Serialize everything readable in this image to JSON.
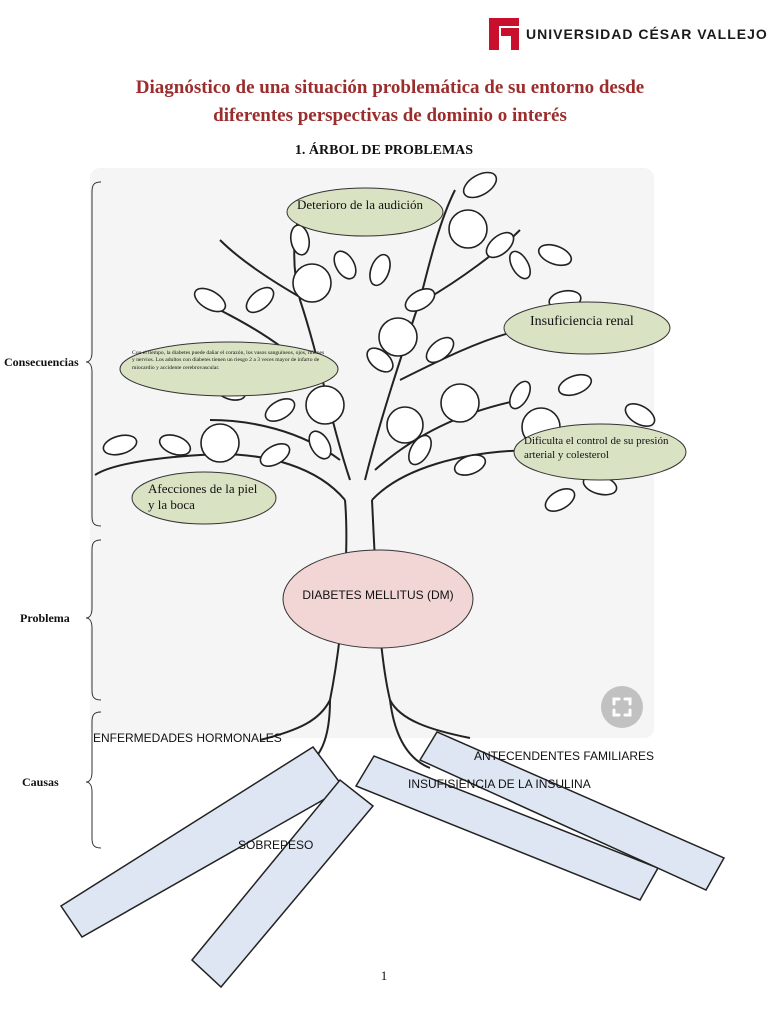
{
  "header": {
    "logo_text": "UNIVERSIDAD CÉSAR VALLEJO",
    "brand_color": "#c8102e"
  },
  "title": {
    "line1": "Diagnóstico de una situación problemática de su entorno desde",
    "line2": "diferentes perspectivas de dominio o interés"
  },
  "section_heading": "1.   ÁRBOL DE PROBLEMAS",
  "side_labels": {
    "consequences": "Consecuencias",
    "problem": "Problema",
    "causes": "Causas"
  },
  "consequences": {
    "hearing": "Deterioro de la audición",
    "renal": "Insuficiencia renal",
    "cardio": "Con el tiempo, la diabetes puede dañar el corazón, los vasos sanguíneos, ojos, riñones y nervios. Los adultos con diabetes tienen un riesgo 2 a 3 veces mayor de infarto de miocardio y accidente cerebrovascular.",
    "pressure": "Dificulta el control de su presión arterial y colesterol",
    "skin": "Afecciones de la piel y la boca"
  },
  "problem": "DIABETES MELLITUS (DM)",
  "causes": {
    "hormonal": "ENFERMEDADES HORMONALES",
    "family": "ANTECENDENTES FAMILIARES",
    "insulin": "INSUFISIENCIA DE LA INSULINA",
    "overweight": "SOBREPESO"
  },
  "colors": {
    "consequence_fill": "#d9e3c4",
    "problem_fill": "#f2d5d5",
    "root_fill": "#dde6f2",
    "title_color": "#9b2d2d"
  },
  "page_number": "1"
}
